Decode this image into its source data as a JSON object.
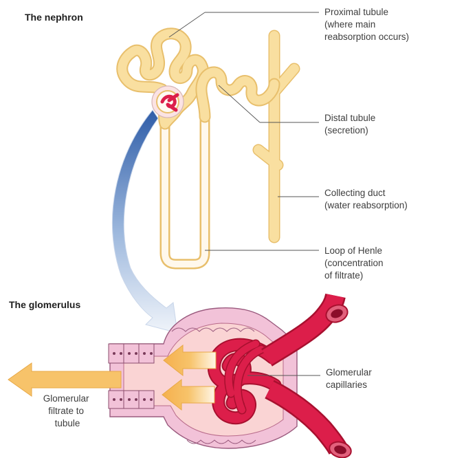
{
  "titles": {
    "nephron": "The nephron",
    "glomerulus": "The glomerulus"
  },
  "labels": {
    "proximal": [
      "Proximal tubule",
      "(where main",
      "reabsorption occurs)"
    ],
    "distal": [
      "Distal tubule",
      "(secretion)"
    ],
    "collecting": [
      "Collecting duct",
      "(water reabsorption)"
    ],
    "loop": [
      "Loop of Henle",
      "(concentration",
      "of filtrate)"
    ],
    "capillaries": [
      "Glomerular",
      "capillaries"
    ],
    "filtrate": [
      "Glomerular",
      "filtrate to",
      "tubule"
    ]
  },
  "colors": {
    "tubule": "#f9dfa0",
    "tubule_outline": "#e8bf6c",
    "capillary": "#dc1e4a",
    "capillary_dark": "#a8102f",
    "capsule_wall": "#f2c2d8",
    "capsule_space": "#fad4d4",
    "arrow_orange": "#f7c36a",
    "arrow_blue": "#3f6fb5"
  }
}
